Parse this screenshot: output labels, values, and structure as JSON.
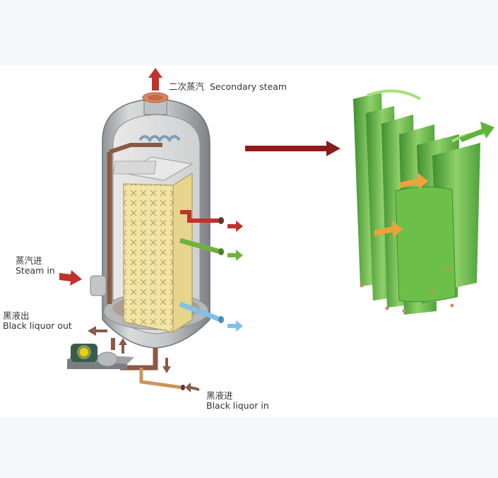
{
  "labels": {
    "secondary_steam_cn": "二次蒸汽",
    "secondary_steam_en": "Secondary steam",
    "steam_in_cn": "蒸汽进",
    "steam_in_en": "Steam in",
    "black_liquor_out_cn": "黑液出",
    "black_liquor_out_en": "Black liquor out",
    "black_liquor_in_cn": "黑液进",
    "black_liquor_in_en": "Black liquor in"
  },
  "colors": {
    "arrow_red": "#c0322b",
    "arrow_dark": "#8b1c1c",
    "vessel_gray": "#b9bcbf",
    "core_yellow": "#efe2a2",
    "pipe_brown": "#8a5a44",
    "pipe_green": "#6fb33c",
    "pipe_blue": "#7fc1e8",
    "plate_green": "#4fa23a",
    "plate_light": "#8fd06a",
    "copper": "#d9865f"
  }
}
